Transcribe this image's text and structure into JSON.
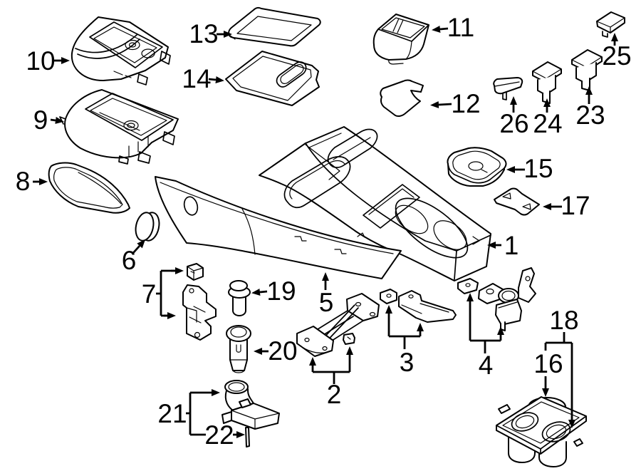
{
  "figure": {
    "kind": "exploded-parts-diagram",
    "background_color": "#ffffff",
    "line_color": "#000000"
  },
  "callouts": {
    "c1": {
      "label": "1"
    },
    "c2": {
      "label": "2"
    },
    "c3": {
      "label": "3"
    },
    "c4": {
      "label": "4"
    },
    "c5": {
      "label": "5"
    },
    "c6": {
      "label": "6"
    },
    "c7": {
      "label": "7"
    },
    "c8": {
      "label": "8"
    },
    "c9": {
      "label": "9"
    },
    "c10": {
      "label": "10"
    },
    "c11": {
      "label": "11"
    },
    "c12": {
      "label": "12"
    },
    "c13": {
      "label": "13"
    },
    "c14": {
      "label": "14"
    },
    "c15": {
      "label": "15"
    },
    "c16": {
      "label": "16"
    },
    "c17": {
      "label": "17"
    },
    "c18": {
      "label": "18"
    },
    "c19": {
      "label": "19"
    },
    "c20": {
      "label": "20"
    },
    "c21": {
      "label": "21"
    },
    "c22": {
      "label": "22"
    },
    "c23": {
      "label": "23"
    },
    "c24": {
      "label": "24"
    },
    "c25": {
      "label": "25"
    },
    "c26": {
      "label": "26"
    }
  }
}
